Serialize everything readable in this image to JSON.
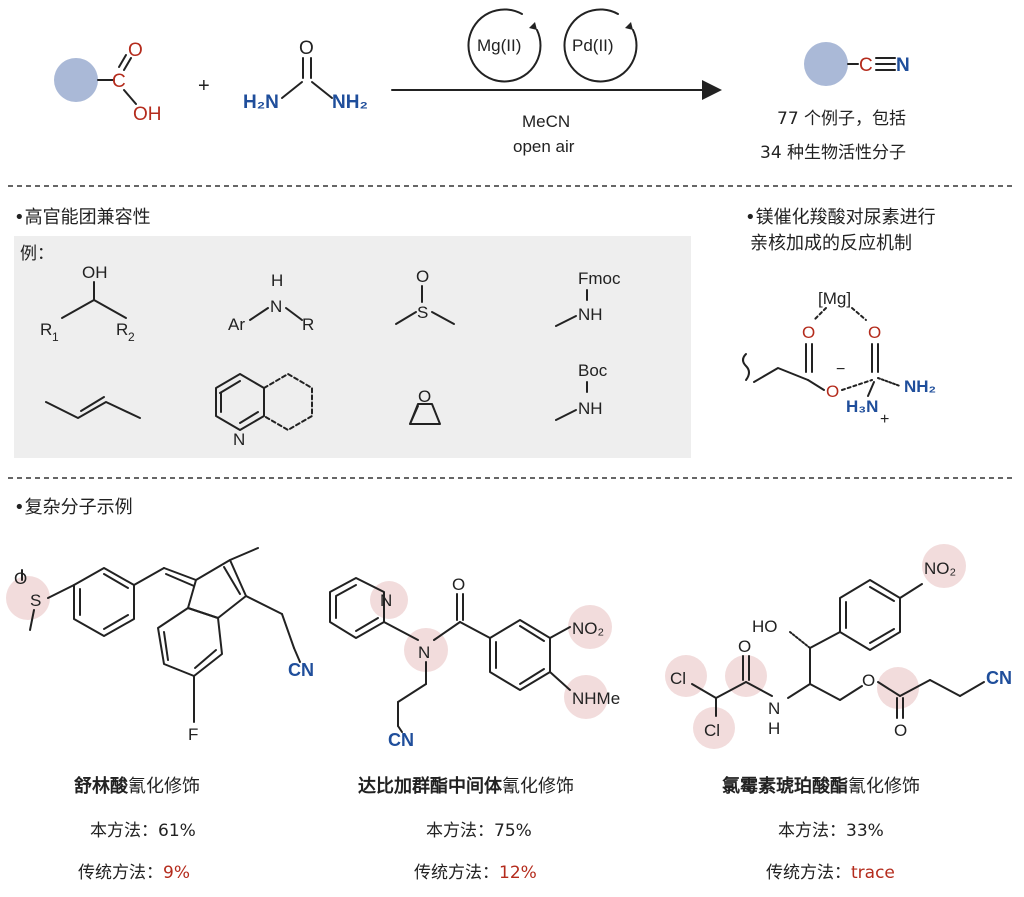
{
  "colors": {
    "accent_red": "#b42b1c",
    "accent_blue": "#1f4e9b",
    "circle_fill": "#aab9d7",
    "panel_bg": "#eeeeee",
    "highlight": "#f2dcdc"
  },
  "scheme": {
    "acid_o_top": "O",
    "acid_c": "C",
    "acid_oh": "OH",
    "plus": "+",
    "urea_o": "O",
    "urea_n_left": "H₂N",
    "urea_n_right": "NH₂",
    "catalyst_mg": "Mg(II)",
    "catalyst_pd": "Pd(II)",
    "solvent": "MeCN",
    "atmosphere": "open air",
    "product_c": "C",
    "product_n": "N",
    "summary_line1": "77 个例子，包括",
    "summary_line2": "34 种生物活性分子"
  },
  "tolerance": {
    "heading": "•高官能团兼容性",
    "example_label": "例：",
    "group1": {
      "oh": "OH",
      "r1": "R",
      "r1_sub": "1",
      "r2": "R",
      "r2_sub": "2"
    },
    "group2": {
      "h": "H",
      "ar": "Ar",
      "n": "N",
      "r": "R"
    },
    "group3": {
      "o": "O",
      "s": "S"
    },
    "group4": {
      "fmoc": "Fmoc",
      "nh": "NH"
    },
    "group7": {
      "n": "N"
    },
    "group8": {
      "o": "O"
    },
    "group9": {
      "boc": "Boc",
      "nh": "NH"
    }
  },
  "mechanism": {
    "heading_line1": "•镁催化羧酸对尿素进行",
    "heading_line2": "亲核加成的反应机制",
    "mg": "[Mg]",
    "o_left": "O",
    "o_right": "O",
    "o_minus": "O",
    "minus": "−",
    "nh2": "NH₂",
    "h3n": "H₃N",
    "plus": "+"
  },
  "complex": {
    "heading": "•复杂分子示例",
    "molecules": [
      {
        "name_bold": "舒林酸",
        "name_rest": "氰化修饰",
        "this_label": "本方法：",
        "this_value": "61%",
        "trad_label": "传统方法：",
        "trad_value": "9%",
        "atoms": {
          "s": "S",
          "o": "O",
          "f": "F",
          "cn": "CN"
        }
      },
      {
        "name_bold": "达比加群酯中间体",
        "name_rest": "氰化修饰",
        "this_label": "本方法：",
        "this_value": "75%",
        "trad_label": "传统方法：",
        "trad_value": "12%",
        "atoms": {
          "n_py": "N",
          "n_amide": "N",
          "o": "O",
          "no2": "NO₂",
          "nhme": "NHMe",
          "cn": "CN"
        }
      },
      {
        "name_bold": "氯霉素琥珀酸酯",
        "name_rest": "氰化修饰",
        "this_label": "本方法：",
        "this_value": "33%",
        "trad_label": "传统方法：",
        "trad_value": "trace",
        "atoms": {
          "cl1": "Cl",
          "cl2": "Cl",
          "o_amide": "O",
          "ho": "HO",
          "h": "H",
          "n": "N",
          "no2": "NO₂",
          "o_ester": "O",
          "o_co": "O",
          "cn": "CN"
        }
      }
    ]
  }
}
